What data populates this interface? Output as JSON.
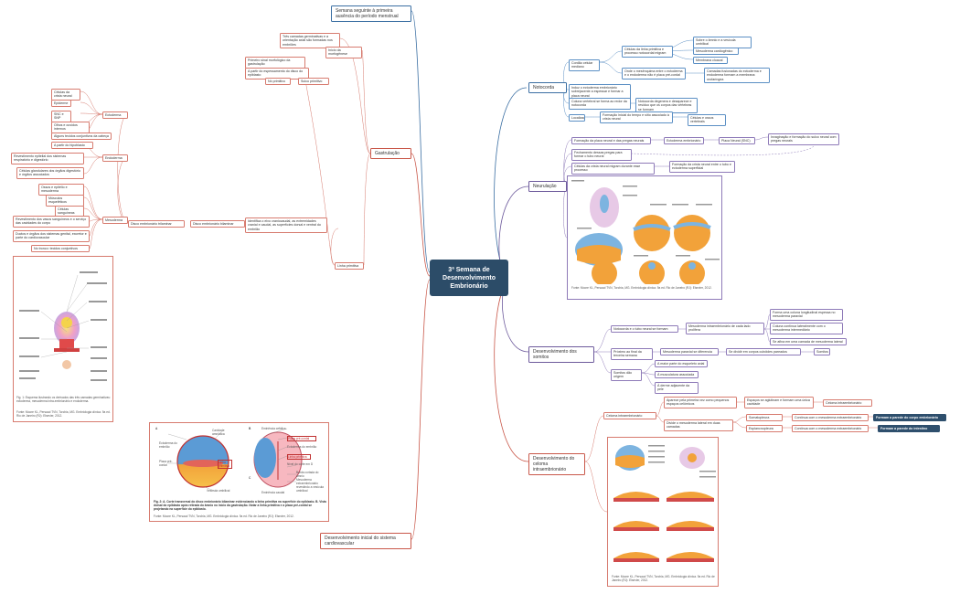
{
  "central": "3ª Semana de Desenvolvimento Embrionário",
  "branches": {
    "semana": "Semana seguinte à primeira ausência do período menstrual",
    "gastrulacao": "Gastrulação",
    "cardio": "Desenvolvimento inicial do sistema cardiovascular",
    "notocorda": "Notocorda",
    "neurulacao": "Neurulação",
    "somitos": "Desenvolvimento dos somitos",
    "celoma": "Desenvolvimento do celoma intraembrionário"
  },
  "gast": {
    "tres_camadas": "Três camadas germinativas e a orientação axial são formadas nos embriões",
    "inicio_morfogenese": "Início da morfogênese",
    "primeiro_sinal": "Primeiro sinal morfológico da gastrulação",
    "espessamento": "A partir do espessamento do disco do epiblasto",
    "no_primitivo": "Nó primitivo",
    "sulco_primitivo": "Sulco primitivo",
    "linha_primitiva": "Linha primitiva",
    "identifica": "Identifica o eixo craniocaudal, as extremidades cranial e caudal, as superfícies dorsal e ventral do embrião",
    "disco_trilaminar": "Disco embrionário trilaminar",
    "disco_bilaminar": "Disco embrionário bilaminar",
    "ectoderma": "Ectoderma",
    "ecto_items": [
      "Células da crista neural",
      "Epiderme",
      "SNC e SNP",
      "Olhos e ouvidos internos",
      "Alguns tecidos conjuntivos da cabeça"
    ],
    "endoderma": "Endoderma",
    "endo_items": [
      "A partir do hipoblasto",
      "Revestimento epitelial dos sistemas respiratório e digestório",
      "Células glandulares dos órgãos digestório e órgãos associados"
    ],
    "mesoderma": "Mesoderma",
    "meso_items": [
      "Ossos e epitélio e mesoderma",
      "Músculos esqueléticos",
      "Células sanguíneas",
      "Revestimento dos vasos sanguíneos e o serviço das cavidades do corpo",
      "Ductos e órgãos dos sistemas genital, excretor e parte do cardiovascular",
      "No tronco: tecidos conjuntivos"
    ]
  },
  "fig1_caption": "Fig. 1: Esquema ilustrando os derivados das três camadas germinativas: ectoderma, mesoderma intra-embrionário e endoderma.",
  "fig1_source": "Fonte: Moore KL, Persaud TVN, Torchia, MG. Embriologia clínica. 9a ed. Rio de Janeiro (RJ): Elsevier, 2012.",
  "fig2": {
    "title": "Fig. 2: A. Corte transversal do disco embrionário bilaminar evidenciando a linha primitiva na superfície do epiblasto. B. Vista dorsal do epiblasto após retirada do âmnio no início da gastrulação. Notar a linha primitiva e a placa pré-cordal se projetando na superfície do epiblasto.",
    "source": "Fonte: Moore KL, Persaud TVN, Torchia, MG. Embriologia clínica. 9a ed. Rio de Janeiro (RJ): Elsevier, 2012.",
    "labels": {
      "ectoderma": "Ectoderma do embrião",
      "placa": "Placa pré-cordal",
      "cavidade": "Cavidade amniótica",
      "linha": "Linha primitiva",
      "vesicula": "Vesícula umbilical",
      "eminencia": "Eminência cefálica",
      "placa_b": "Placa pré-cordal",
      "ecto_b": "Ectoderma do embrião",
      "linha_b": "Linha primitiva",
      "nivel": "Nível do corte em D",
      "borda": "Borda cortada do âmnio",
      "meso": "Mesoderma extraembrionário revestindo a vesícula umbilical",
      "eminencia_caudal": "Eminência caudal",
      "A": "A",
      "B": "B",
      "C": "C"
    }
  },
  "noto": {
    "cordao": "Cordão celular mediano",
    "celulas_linha": "Células da linha primitiva e processo notocordal migram",
    "cefalico": "Sobre o âmnio e a vesícula umbilical",
    "mesoderma_cardio": "Mesoderma cardiogênico",
    "membrana": "Membrana cloacal",
    "onde": "Onde o mesênquima entre o ectoderma e o endoderma não é placa pré-cordal",
    "camadas": "Camadas fusionadas do ectoderma e endoderma formam a membrana orofaríngea",
    "induz": "Induz o ectoderma embrionário sobrejacente a espessar e formar a placa neural",
    "coluna": "Coluna vertebral se forma ao redor da notocorda",
    "notocorda_deg": "Notocorda degenera e desaparece e resíduo que os corpos das vértebras se formam",
    "localizacao": "Localização",
    "forma": "Formação inicial do tempo e sítio associado à crista neural",
    "celulas_ossos": "Células e ossos vertebrais"
  },
  "neur": {
    "formacao_placa": "Formação da placa neural e das pregas neurais",
    "ectoderma_emb": "Ectoderma embrionário",
    "placa_neural": "Placa Neural (SNC)",
    "invaginacao": "Invaginação e formação do sulco neural com pregas neurais",
    "fechamento": "Fechamento dessas pregas para formar o tubo neural",
    "celulas_crista": "Células da crista neural migram durante esse processo",
    "formacao_crista": "Formação da crista neural entre o tubo e ectoderma superficial",
    "source": "Fonte: Moore KL, Persaud TVN, Torchia, MG. Embriologia clínica. 9a ed. Rio de Janeiro (RJ): Elsevier, 2012."
  },
  "som": {
    "notocorda_tubo": "Notocorda e o tubo neural se formam",
    "mesoderma_intra": "Mesoderma intraembrionário de cada lado prolifera",
    "forma_coluna": "Forma uma coluna longitudinal espessa no mesoderma paraxial",
    "coluna_cont": "Coluna contínua lateralmente com o mesoderma intermediário",
    "se_afina": "Se afina em uma camada de mesoderma lateral",
    "proximo_final": "Próximo ao final da terceira semana",
    "mesoderma_para": "Mesoderma paraxial se diferencia",
    "se_dividir": "Se dividir em corpos cubóides pareados",
    "somitos": "Somitos",
    "somitos_origem": "Somitos dão origem",
    "maior_parte": "A maior parte do esqueleto axial",
    "musculatura": "À musculatura associada",
    "derme": "À derme adjacente da pele"
  },
  "cel": {
    "celoma": "Celoma intraembrionário",
    "aparece": "Aparece pela primeira vez como pequenos espaços celômicos",
    "espacos": "Espaços se aglutinam e formam uma única cavidade",
    "celoma_intra": "Celoma intraembrionário",
    "divide": "Divide o mesoderma lateral em duas camadas",
    "somatopleura": "Somatopleura",
    "continua_ecto": "Contínua com o mesoderma extraembrionário",
    "esplancno": "Esplancnopleura",
    "continua_meso": "Contínua com o mesoderma extraembrionário",
    "formam_parede": "Formam a parede do corpo embrionário",
    "formam_intestino": "Formam a parede do intestino",
    "source": "Fonte: Moore KL, Persaud TVN, Torchia, MG. Embriologia clínica. 9a ed. Rio de Janeiro (RJ): Elsevier, 2012."
  },
  "colors": {
    "orange": "#d77b6f",
    "blue": "#5b8fc4",
    "purple": "#8e7ab8",
    "central": "#2c4c68"
  }
}
